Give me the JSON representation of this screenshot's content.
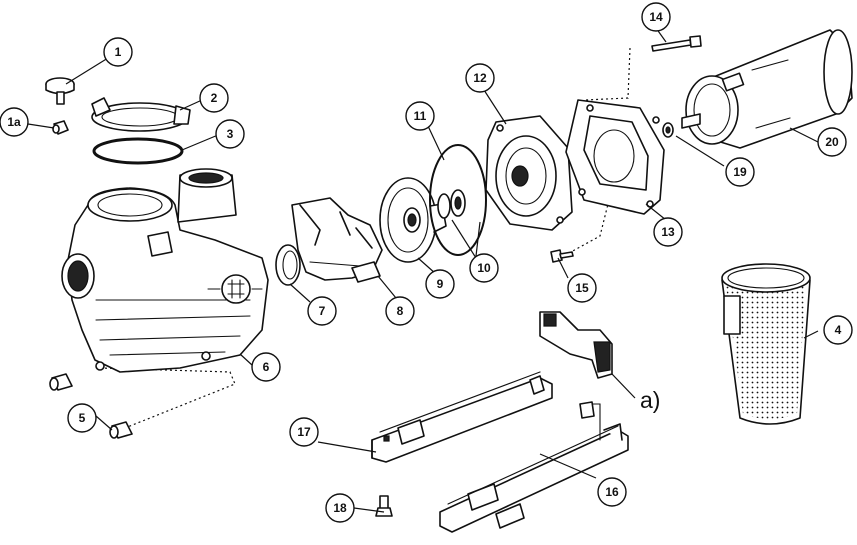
{
  "diagram": {
    "callouts": [
      {
        "id": "c1",
        "label": "1"
      },
      {
        "id": "c1a",
        "label": "1a"
      },
      {
        "id": "c2",
        "label": "2"
      },
      {
        "id": "c3",
        "label": "3"
      },
      {
        "id": "c4",
        "label": "4"
      },
      {
        "id": "c5",
        "label": "5"
      },
      {
        "id": "c6",
        "label": "6"
      },
      {
        "id": "c7",
        "label": "7"
      },
      {
        "id": "c8",
        "label": "8"
      },
      {
        "id": "c9",
        "label": "9"
      },
      {
        "id": "c10",
        "label": "10"
      },
      {
        "id": "c11",
        "label": "11"
      },
      {
        "id": "c12",
        "label": "12"
      },
      {
        "id": "c13",
        "label": "13"
      },
      {
        "id": "c14",
        "label": "14"
      },
      {
        "id": "c15",
        "label": "15"
      },
      {
        "id": "c16",
        "label": "16"
      },
      {
        "id": "c17",
        "label": "17"
      },
      {
        "id": "c18",
        "label": "18"
      },
      {
        "id": "c19",
        "label": "19"
      },
      {
        "id": "c20",
        "label": "20"
      }
    ],
    "sub_label": "a)",
    "colors": {
      "ink": "#111111",
      "paper": "#ffffff"
    }
  }
}
